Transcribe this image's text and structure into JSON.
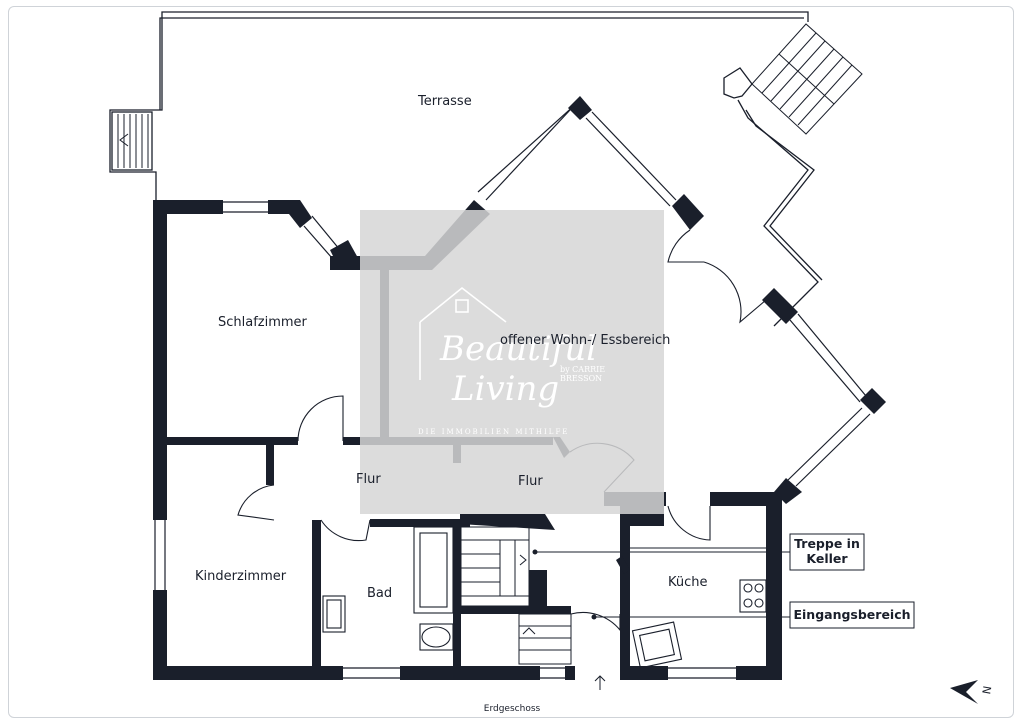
{
  "rooms": {
    "terrasse": "Terrasse",
    "schlafzimmer": "Schlafzimmer",
    "wohnen": "offener Wohn-/ Essbereich",
    "flur_left": "Flur",
    "flur_right": "Flur",
    "kinderzimmer": "Kinderzimmer",
    "bad": "Bad",
    "kueche": "Küche"
  },
  "callouts": {
    "treppe_line1": "Treppe in",
    "treppe_line2": "Keller",
    "eingang": "Eingangsbereich"
  },
  "caption": "Erdgeschoss",
  "compass_letter": "N",
  "watermark": {
    "script_line1": "Beautiful",
    "script_line2": "Living",
    "by_line1": "by CARRIE",
    "by_line2": "BRESSON",
    "tagline": "DIE IMMOBILIEN MITHILFE"
  },
  "colors": {
    "wall": "#1a1f2b",
    "thin_line": "#1a1f2b",
    "watermark_box": "#d6d6d6",
    "background": "#ffffff"
  }
}
